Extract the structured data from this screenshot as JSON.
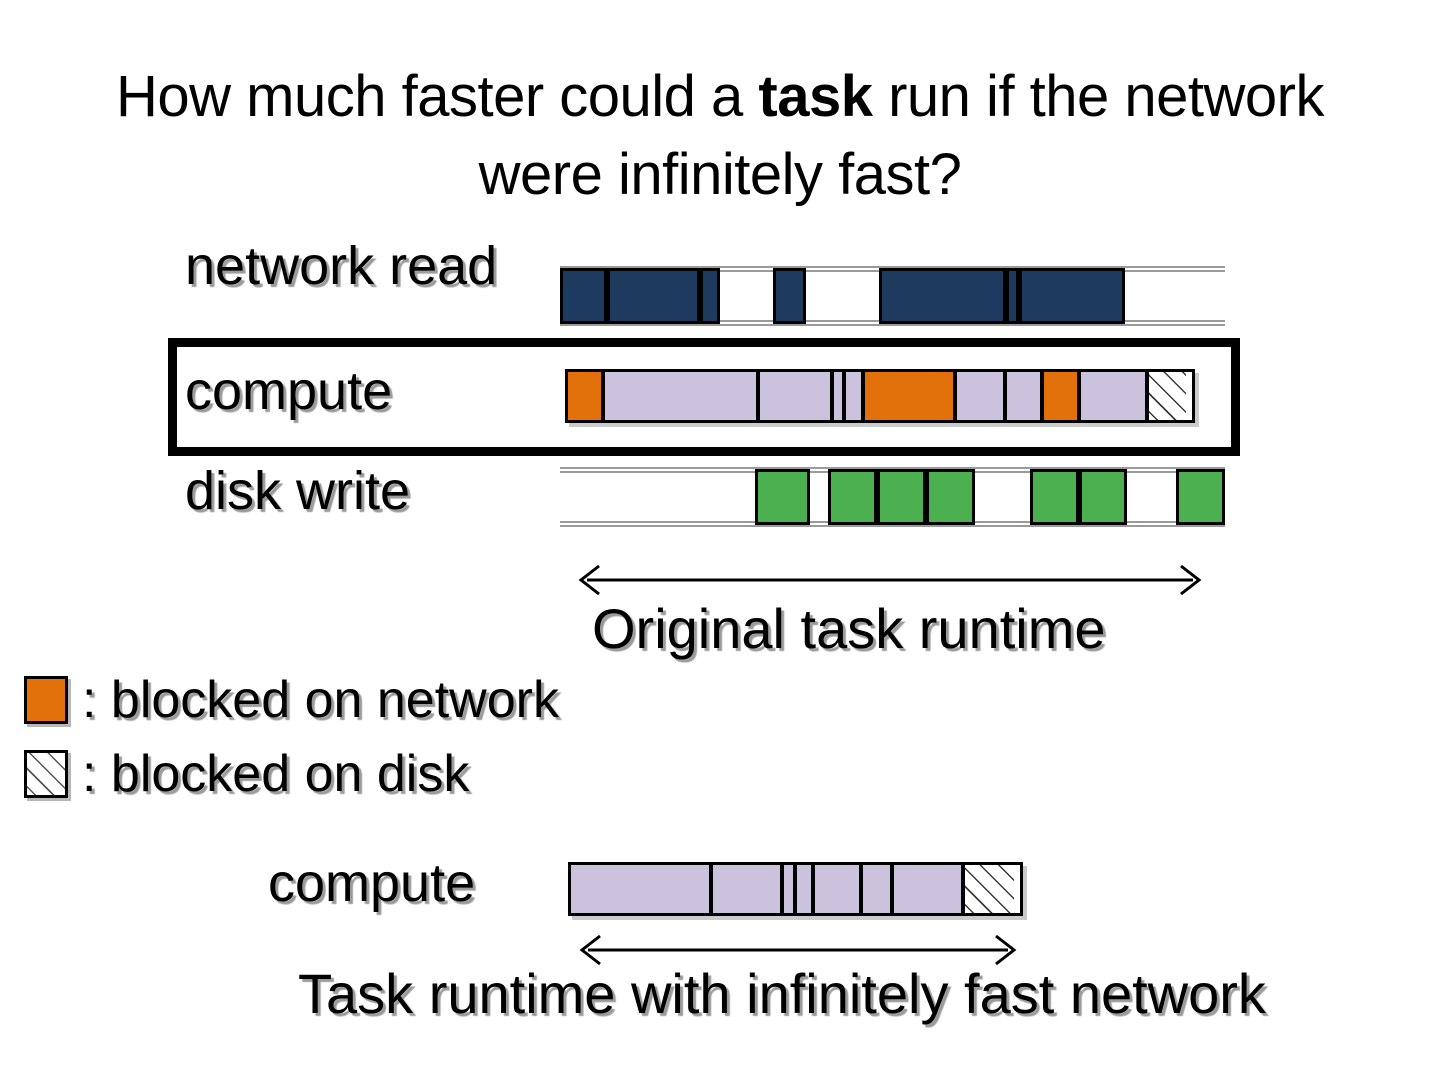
{
  "slide": {
    "title_part1": "How much faster could a ",
    "title_bold": "task",
    "title_part2": " run if the network were infinitely fast?",
    "background_color": "#FFFFFF"
  },
  "colors": {
    "network_read": "#1F3A5F",
    "compute": "#CBC2DE",
    "blocked_on_network": "#E2700B",
    "disk_write": "#4CAF50",
    "outline": "#000000",
    "rail": "#9A9A9A"
  },
  "timeline_top": {
    "rows": [
      {
        "label": "network read",
        "icon": "network-bar-row",
        "segments": [
          {
            "type": "network",
            "start": 0,
            "width": 7
          },
          {
            "type": "network",
            "start": 7,
            "width": 14
          },
          {
            "type": "network",
            "start": 21,
            "width": 3
          },
          {
            "type": "gap",
            "start": 24,
            "width": 8
          },
          {
            "type": "network",
            "start": 32,
            "width": 5
          },
          {
            "type": "gap",
            "start": 37,
            "width": 11
          },
          {
            "type": "network",
            "start": 48,
            "width": 19
          },
          {
            "type": "network",
            "start": 67,
            "width": 2
          },
          {
            "type": "network",
            "start": 69,
            "width": 16
          },
          {
            "type": "gap",
            "start": 85,
            "width": 15
          }
        ]
      },
      {
        "label": "compute",
        "icon": "compute-bar-row",
        "segments": [
          {
            "type": "blocked_network",
            "start": 0,
            "width": 6
          },
          {
            "type": "compute",
            "start": 6,
            "width": 25
          },
          {
            "type": "compute",
            "start": 31,
            "width": 12
          },
          {
            "type": "compute",
            "start": 43,
            "width": 2
          },
          {
            "type": "compute",
            "start": 45,
            "width": 3
          },
          {
            "type": "blocked_network",
            "start": 48,
            "width": 15
          },
          {
            "type": "compute",
            "start": 63,
            "width": 8
          },
          {
            "type": "compute",
            "start": 71,
            "width": 6
          },
          {
            "type": "blocked_network",
            "start": 77,
            "width": 6
          },
          {
            "type": "compute",
            "start": 83,
            "width": 11
          },
          {
            "type": "blocked_disk",
            "start": 94,
            "width": 6
          }
        ]
      },
      {
        "label": "disk write",
        "icon": "disk-bar-row",
        "segments": [
          {
            "type": "gap",
            "start": 0,
            "width": 32
          },
          {
            "type": "disk",
            "start": 32,
            "width": 9
          },
          {
            "type": "gap",
            "start": 41,
            "width": 3
          },
          {
            "type": "disk",
            "start": 44,
            "width": 8
          },
          {
            "type": "disk",
            "start": 52,
            "width": 8
          },
          {
            "type": "disk",
            "start": 60,
            "width": 8
          },
          {
            "type": "gap",
            "start": 68,
            "width": 9
          },
          {
            "type": "disk",
            "start": 77,
            "width": 8
          },
          {
            "type": "disk",
            "start": 85,
            "width": 8
          },
          {
            "type": "gap",
            "start": 93,
            "width": 8
          },
          {
            "type": "disk",
            "start": 101,
            "width": 8
          }
        ]
      }
    ],
    "arrow_caption": "Original task runtime"
  },
  "legend": {
    "items": [
      {
        "swatch": "orange-swatch",
        "label": ": blocked on network"
      },
      {
        "swatch": "hatched-swatch",
        "label": ": blocked on disk"
      }
    ]
  },
  "timeline_bottom": {
    "label": "compute",
    "segments": [
      {
        "type": "compute",
        "start": 0,
        "width": 32
      },
      {
        "type": "compute",
        "start": 32,
        "width": 16
      },
      {
        "type": "compute",
        "start": 48,
        "width": 3
      },
      {
        "type": "compute",
        "start": 51,
        "width": 4
      },
      {
        "type": "compute",
        "start": 55,
        "width": 11
      },
      {
        "type": "compute",
        "start": 66,
        "width": 7
      },
      {
        "type": "compute",
        "start": 73,
        "width": 16
      },
      {
        "type": "blocked_disk",
        "start": 89,
        "width": 11
      }
    ],
    "arrow_caption": "Task runtime with infinitely fast network"
  }
}
